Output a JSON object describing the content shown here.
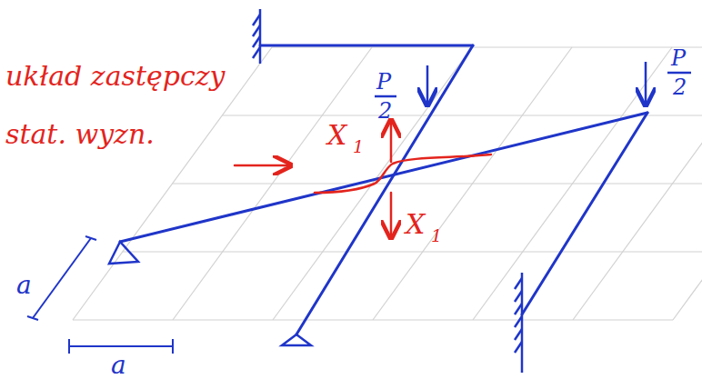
{
  "diagram": {
    "labels": [
      "układ zastępczy stat. wyzn.",
      "P",
      "2",
      "P",
      "2",
      "X",
      "1",
      "X",
      "1",
      "a",
      "a"
    ]
  }
}
